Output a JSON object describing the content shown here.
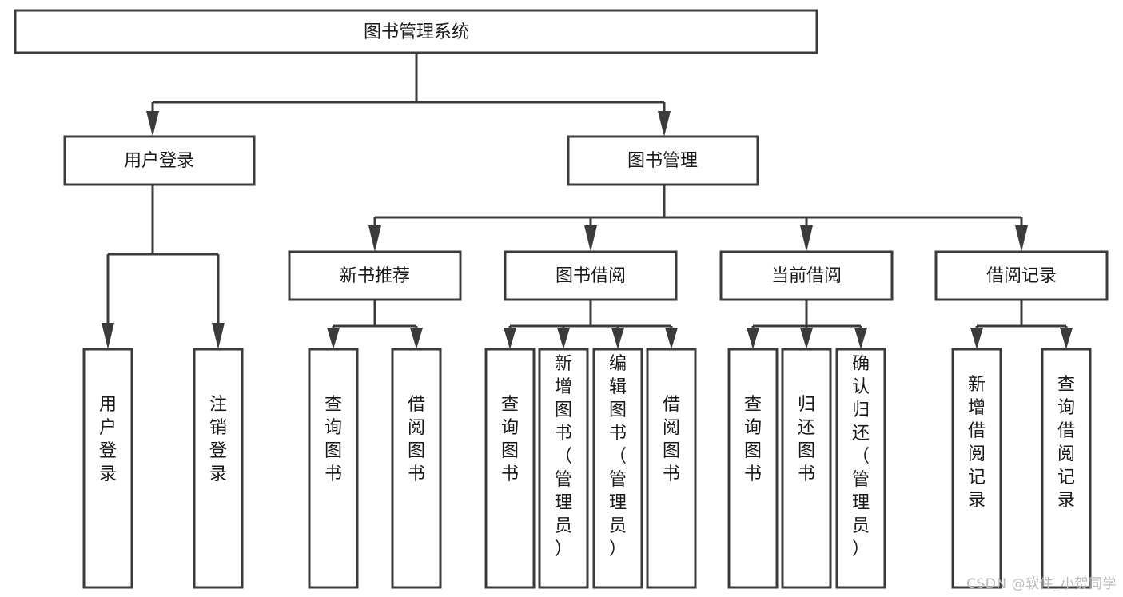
{
  "diagram": {
    "title": "图书管理系统",
    "type": "tree",
    "watermark": "CSDN @软件_小贺同学",
    "colors": {
      "box_stroke": "#3b3b3b",
      "box_fill": "#ffffff",
      "text": "#1a1a1a",
      "background": "#ffffff",
      "watermark": "#b9b9b9"
    }
  },
  "nodes": {
    "root": {
      "label": "图书管理系统"
    },
    "level2": [
      {
        "label": "用户登录"
      },
      {
        "label": "图书管理"
      }
    ],
    "level3": [
      {
        "label": "新书推荐"
      },
      {
        "label": "图书借阅"
      },
      {
        "label": "当前借阅"
      },
      {
        "label": "借阅记录"
      }
    ],
    "leaves": [
      {
        "label": "用户登录"
      },
      {
        "label": "注销登录"
      },
      {
        "label": "查询图书"
      },
      {
        "label": "借阅图书"
      },
      {
        "label": "查询图书"
      },
      {
        "label": "新增图书（管理员）"
      },
      {
        "label": "编辑图书（管理员）"
      },
      {
        "label": "借阅图书"
      },
      {
        "label": "查询图书"
      },
      {
        "label": "归还图书"
      },
      {
        "label": "确认归还（管理员）"
      },
      {
        "label": "新增借阅记录"
      },
      {
        "label": "查询借阅记录"
      }
    ]
  }
}
